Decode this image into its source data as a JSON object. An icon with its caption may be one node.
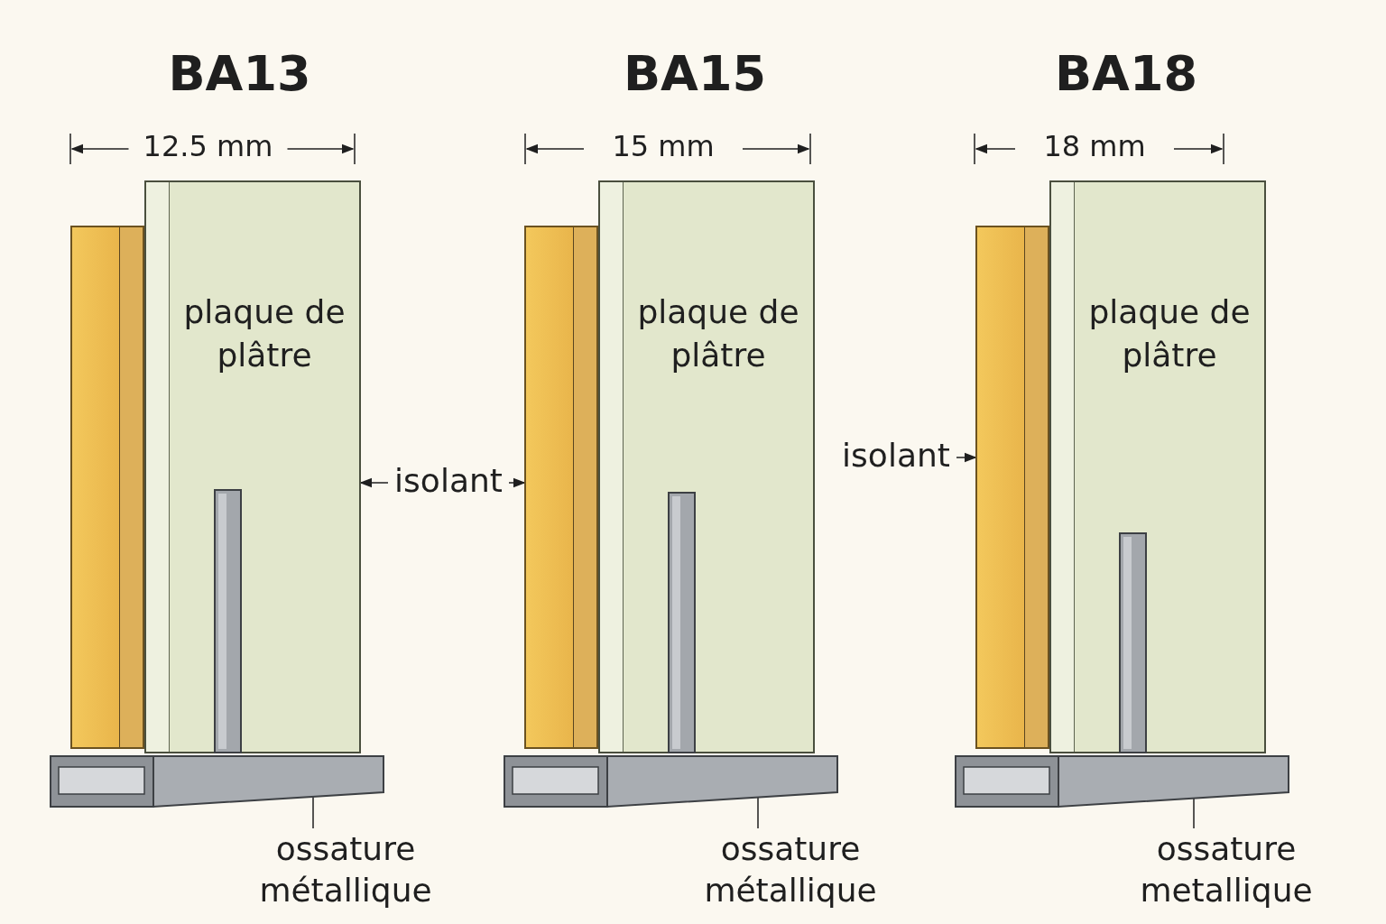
{
  "diagram": {
    "nodes": [
      {
        "text": [
          "plaque de plâtre"
        ]
      },
      {
        "text": [],
        "shape": "box"
      },
      {
        "text": [],
        "shape": "bar"
      },
      {
        "text": [
          "plaque de plâtre"
        ]
      },
      {
        "text": [],
        "shape": "box"
      },
      {
        "text": [],
        "shape": "bar"
      },
      {
        "text": [
          "plaque de plâtre"
        ]
      },
      {
        "text": [],
        "shape": "box"
      },
      {
        "text": [],
        "shape": "bar"
      },
      {
        "text": [
          "isolant"
        ]
      },
      {
        "text": [
          "ossature métallique"
        ]
      },
      {
        "text": [
          "ossature métallique"
        ]
      },
      {
        "text": [
          "isolant"
        ]
      },
      {
        "text": [
          "ossature metallique"
        ]
      }
    ],
    "edges": [
      {
        "from": 9,
        "to": 0,
        "arrow": "to"
      },
      {
        "from": 9,
        "to": 4,
        "arrow": "to"
      },
      {
        "from": 12,
        "to": 7,
        "arrow": "to"
      },
      {
        "from": 10,
        "to": 2,
        "arrow": "none"
      },
      {
        "from": 11,
        "to": 5,
        "arrow": "none"
      },
      {
        "from": 13,
        "to": 8,
        "arrow": "none"
      }
    ],
    "labels": [
      "BA13",
      "12.5 mm",
      "BA15",
      "15 mm",
      "BA18",
      "18 mm"
    ]
  }
}
